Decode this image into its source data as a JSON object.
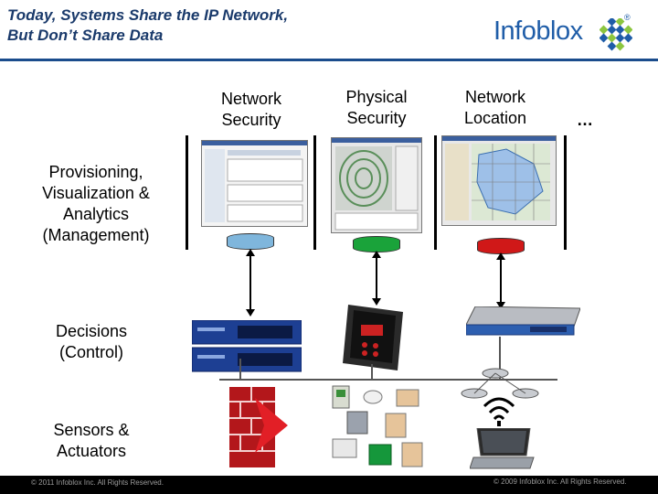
{
  "header": {
    "title": "Today, Systems Share the IP Network,\nBut Don’t Share Data",
    "logo_text": "Infoblox",
    "logo_reg": "®"
  },
  "columns": {
    "network_security": "Network\nSecurity",
    "physical_security": "Physical\nSecurity",
    "network_location": "Network\nLocation",
    "more": "…"
  },
  "rows": {
    "management": "Provisioning,\nVisualization &\nAnalytics\n(Management)",
    "control": "Decisions\n(Control)",
    "sensors": "Sensors &\nActuators"
  },
  "footer": {
    "left": "© 2011 Infoblox Inc. All Rights Reserved.",
    "right": "© 2009 Infoblox Inc. All Rights Reserved."
  },
  "colors": {
    "header_text": "#1a3a6b",
    "brand_blue": "#1f5da8",
    "logo_green": "#8cc63f",
    "db_blue": "#7fb6dc",
    "db_green": "#1aa33a",
    "db_red": "#d01818"
  }
}
